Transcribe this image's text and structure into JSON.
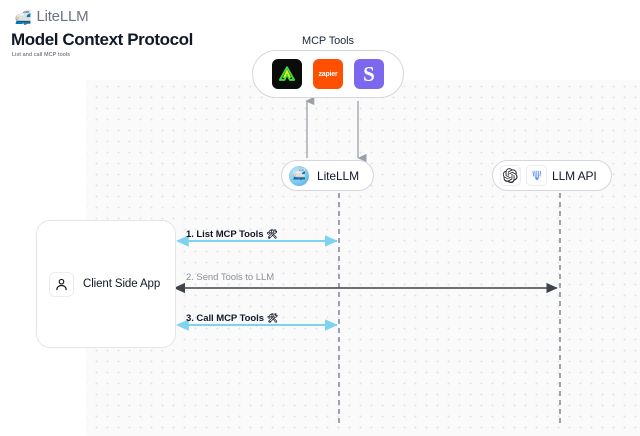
{
  "header": {
    "brand_emoji": "🚅",
    "brand_name": "LiteLLM",
    "title": "Model Context Protocol",
    "subtitle": "List and call MCP tools"
  },
  "diagram": {
    "mcp_group": {
      "label": "MCP Tools",
      "tools": [
        {
          "name": "sentry-tool-icon",
          "glyph": "",
          "color": "#0b0b0b"
        },
        {
          "name": "zapier-tool-icon",
          "glyph": "zapier",
          "color": "#ff4f00"
        },
        {
          "name": "slack-tool-icon",
          "glyph": "S",
          "color": "#7b68ee"
        }
      ]
    },
    "nodes": {
      "litellm": {
        "label": "LiteLLM",
        "icon": "litellm-avatar-icon",
        "emoji": "🚅"
      },
      "llm_api": {
        "label": "LLM API",
        "icons": [
          "openai-logo-icon",
          "anthropic-logo-icon"
        ]
      },
      "client": {
        "label": "Client Side App",
        "icon": "user-person-icon"
      }
    },
    "steps": [
      {
        "label": "1. List MCP Tools",
        "emoji": "🛠",
        "style": "dark",
        "color": "#7dd3f0"
      },
      {
        "label": "2. Send Tools to LLM",
        "emoji": "",
        "style": "gray",
        "color": "#4b4f58"
      },
      {
        "label": "3. Call MCP Tools",
        "emoji": "🛠",
        "style": "dark",
        "color": "#7dd3f0"
      }
    ]
  },
  "colors": {
    "accent_blue": "#7dd3f0",
    "arrow_dark": "#4b4f58",
    "lifeline": "#9ca3af",
    "canvas_bg": "#fafafb",
    "border": "#d5d7dd"
  }
}
